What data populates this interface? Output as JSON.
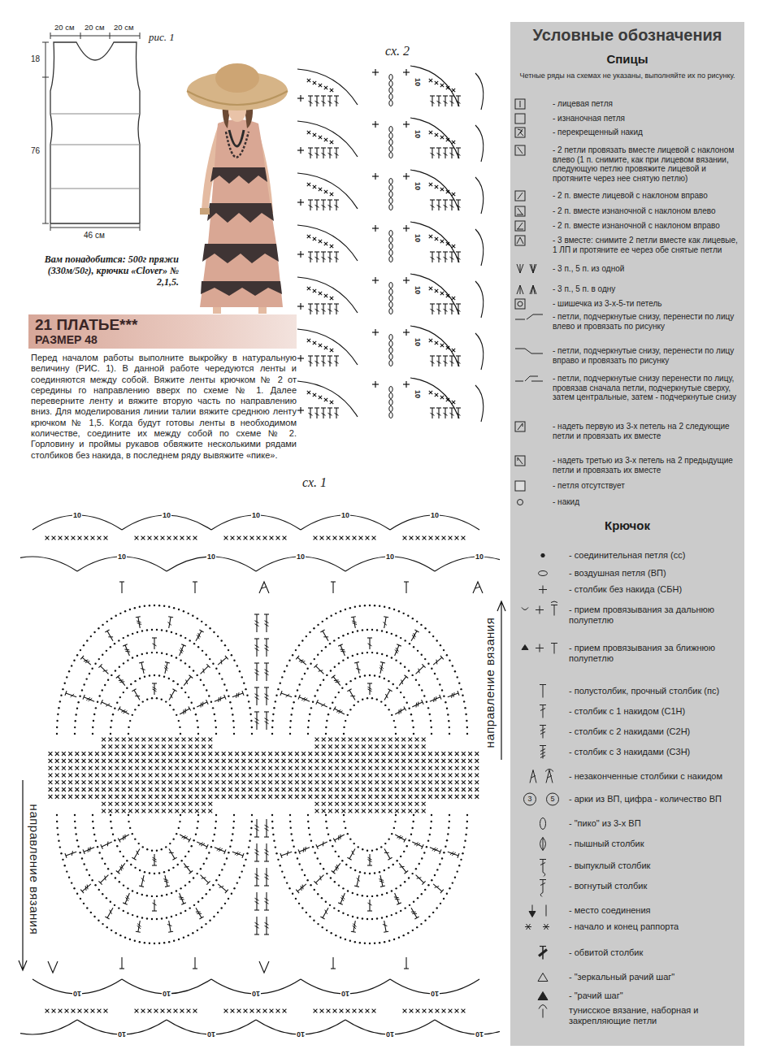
{
  "diagram": {
    "nodes": [
      {
        "text": [
          "21 ПЛАТЬЕ***",
          "РАЗМЕР 48"
        ]
      }
    ],
    "labels": [
      "20 см",
      "20 см",
      "20 см",
      "рис. 1",
      "18",
      "76",
      "46 см",
      "Вам понадобится: 500г пряжи (330м/50г), крючки «Clover» № 2,1,5.",
      "Перед началом работы выполните выкройку в натуральную величину (РИС. 1). В данной работе чередуются ленты и соединяются между собой. Вяжите ленты крючком № 2 от середины го направлению вверх по схеме № 1. Далее переверните ленту и вяжите вторую часть по направлению вниз. Для моделирования линии талии вяжите среднюю ленту крючком № 1,5. Когда будут готовы ленты в необходимом количестве, соедините их между собой по схеме № 2. Горловину и проймы рукавов обвяжите несколькими рядами столбиков без накида, в последнем ряду вывяжите «пике».",
      "сх. 2",
      "сх. 1",
      "направление вязания",
      "направление вязания",
      "10",
      "10",
      "10",
      "10",
      "10",
      "10",
      "10",
      "10",
      "10",
      "10",
      "10",
      "10",
      "10",
      "10",
      "10",
      "10",
      "10",
      "10",
      "10",
      "10",
      "10",
      "10",
      "10",
      "10",
      "10",
      "10",
      "10",
      "Условные обозначения",
      "Спицы",
      "Четные ряды на схемах не указаны, выполняйте их по рисунку.",
      "Крючок",
      "3",
      "5"
    ],
    "legend": [
      {
        "text": "- лицевая петля"
      },
      {
        "text": "- изнаночная петля"
      },
      {
        "text": "- перекрещенный накид"
      },
      {
        "text": "- 2 петли провязать вместе лицевой с наклоном влево (1 п. снимите, как при лицевом вязании, следующую петлю провяжите лицевой и протяните через нее снятую петлю)"
      },
      {
        "text": "- 2 п. вместе лицевой с наклоном вправо"
      },
      {
        "text": "- 2 п. вместе изнаночной с наклоном влево"
      },
      {
        "text": "- 2 п. вместе изнаночной с наклоном вправо"
      },
      {
        "text": "- 3 вместе: снимите 2 петли вместе как лицевые, 1 ЛП и протяните ее через обе снятые петли"
      },
      {
        "text": "- 3 п., 5 п. из одной"
      },
      {
        "text": "- 3 п., 5 п. в одну"
      },
      {
        "text": "- шишечка из 3-х-5-ти петель"
      },
      {
        "text": "- петли, подчеркнутые снизу, перенести по лицу влево и провязать по рисунку"
      },
      {
        "text": "- петли, подчеркнутые снизу, перенести по лицу вправо и провязать по рисунку"
      },
      {
        "text": "- петли, подчеркнутые снизу перенести по лицу, провязав сначала петли, подчеркнутые сверху, затем центральные, затем - подчеркнутые снизу"
      },
      {
        "text": "- надеть первую из 3-х петель на 2 следующие петли и провязать их вместе"
      },
      {
        "text": "- надеть третью из 3-х петель на 2 предыдущие петли и провязать их вместе"
      },
      {
        "text": "- петля отсутствует"
      },
      {
        "text": "- накид"
      },
      {
        "text": "- соединительная петля (сс)"
      },
      {
        "text": "- воздушная петля (ВП)"
      },
      {
        "text": "- столбик без накида (СБН)"
      },
      {
        "text": "- прием провязывания за дальнюю полупетлю"
      },
      {
        "text": "- прием провязывания за ближнюю полупетлю"
      },
      {
        "text": "- полустолбик, прочный столбик (пс)"
      },
      {
        "text": "- столбик с 1 накидом (С1Н)"
      },
      {
        "text": "- столбик с 2 накидами (С2Н)"
      },
      {
        "text": "- столбик с 3 накидами (С3Н)"
      },
      {
        "text": "- незаконченные столбики с накидом"
      },
      {
        "text": "- арки из ВП, цифра - количество ВП"
      },
      {
        "text": "- \"пико\" из 3-х ВП"
      },
      {
        "text": "- пышный столбик"
      },
      {
        "text": "- выпуклый столбик"
      },
      {
        "text": "- вогнутый столбик"
      },
      {
        "text": "- место соединения"
      },
      {
        "text": "- начало и конец раппорта"
      },
      {
        "text": "- обвитой столбик"
      },
      {
        "text": "- \"зеркальный рачий шаг\""
      },
      {
        "text": "- \"рачий шаг\""
      },
      {
        "text": "тунисское вязание, наборная и закрепляющие петли"
      }
    ]
  }
}
